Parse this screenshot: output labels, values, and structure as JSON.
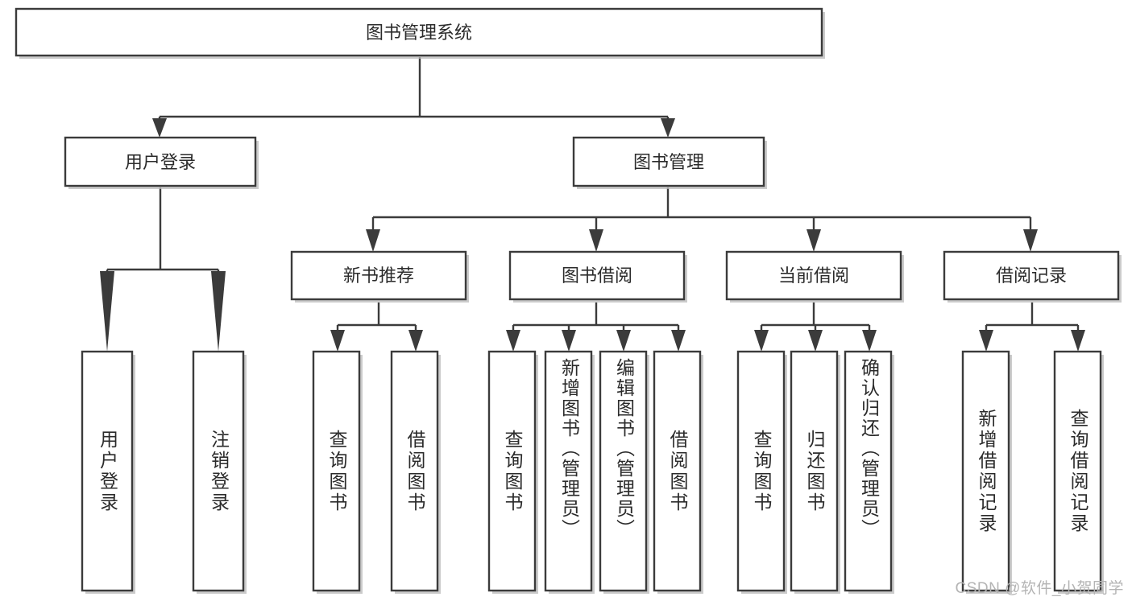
{
  "diagram": {
    "type": "tree-hierarchy",
    "title": "图书管理系统",
    "orientation": "top-down",
    "watermark": "CSDN @软件_小贺同学",
    "levels": {
      "level1": [
        "图书管理系统"
      ],
      "level2": [
        "用户登录",
        "图书管理"
      ],
      "level3": [
        "新书推荐",
        "图书借阅",
        "当前借阅",
        "借阅记录"
      ],
      "level4": [
        "用户登录",
        "注销登录",
        "查询图书",
        "借阅图书",
        "查询图书",
        "新增图书（管理员）",
        "编辑图书（管理员）",
        "借阅图书",
        "查询图书",
        "归还图书",
        "确认归还（管理员）",
        "新增借阅记录",
        "查询借阅记录"
      ]
    },
    "nodes": {
      "root": {
        "label": "图书管理系统"
      },
      "user_login": {
        "label": "用户登录"
      },
      "book_manage": {
        "label": "图书管理"
      },
      "new_book_rec": {
        "label": "新书推荐"
      },
      "book_borrow": {
        "label": "图书借阅"
      },
      "current_borrow": {
        "label": "当前借阅"
      },
      "borrow_record": {
        "label": "借阅记录"
      },
      "leaf_user_login": {
        "label": "用户登录"
      },
      "leaf_logout": {
        "label": "注销登录"
      },
      "leaf_query_book_a": {
        "label": "查询图书"
      },
      "leaf_borrow_book_a": {
        "label": "借阅图书"
      },
      "leaf_query_book_b": {
        "label": "查询图书"
      },
      "leaf_add_book": {
        "label": "新增图书（管理员）"
      },
      "leaf_edit_book": {
        "label": "编辑图书（管理员）"
      },
      "leaf_borrow_book_b": {
        "label": "借阅图书"
      },
      "leaf_query_book_c": {
        "label": "查询图书"
      },
      "leaf_return_book": {
        "label": "归还图书"
      },
      "leaf_confirm_return": {
        "label": "确认归还（管理员）"
      },
      "leaf_add_record": {
        "label": "新增借阅记录"
      },
      "leaf_query_record": {
        "label": "查询借阅记录"
      }
    },
    "edges": [
      {
        "from": "root",
        "to": "user_login"
      },
      {
        "from": "root",
        "to": "book_manage"
      },
      {
        "from": "user_login",
        "to": "leaf_user_login"
      },
      {
        "from": "user_login",
        "to": "leaf_logout"
      },
      {
        "from": "book_manage",
        "to": "new_book_rec"
      },
      {
        "from": "book_manage",
        "to": "book_borrow"
      },
      {
        "from": "book_manage",
        "to": "current_borrow"
      },
      {
        "from": "book_manage",
        "to": "borrow_record"
      },
      {
        "from": "new_book_rec",
        "to": "leaf_query_book_a"
      },
      {
        "from": "new_book_rec",
        "to": "leaf_borrow_book_a"
      },
      {
        "from": "book_borrow",
        "to": "leaf_query_book_b"
      },
      {
        "from": "book_borrow",
        "to": "leaf_add_book"
      },
      {
        "from": "book_borrow",
        "to": "leaf_edit_book"
      },
      {
        "from": "book_borrow",
        "to": "leaf_borrow_book_b"
      },
      {
        "from": "current_borrow",
        "to": "leaf_query_book_c"
      },
      {
        "from": "current_borrow",
        "to": "leaf_return_book"
      },
      {
        "from": "current_borrow",
        "to": "leaf_confirm_return"
      },
      {
        "from": "borrow_record",
        "to": "leaf_add_record"
      },
      {
        "from": "borrow_record",
        "to": "leaf_query_record"
      }
    ],
    "colors": {
      "box_fill": "#ffffff",
      "box_stroke": "#3b3b3b",
      "text": "#2b2b2b",
      "shadow": "#b9b9b9",
      "watermark": "#b4b4b4",
      "background": "#ffffff"
    }
  }
}
